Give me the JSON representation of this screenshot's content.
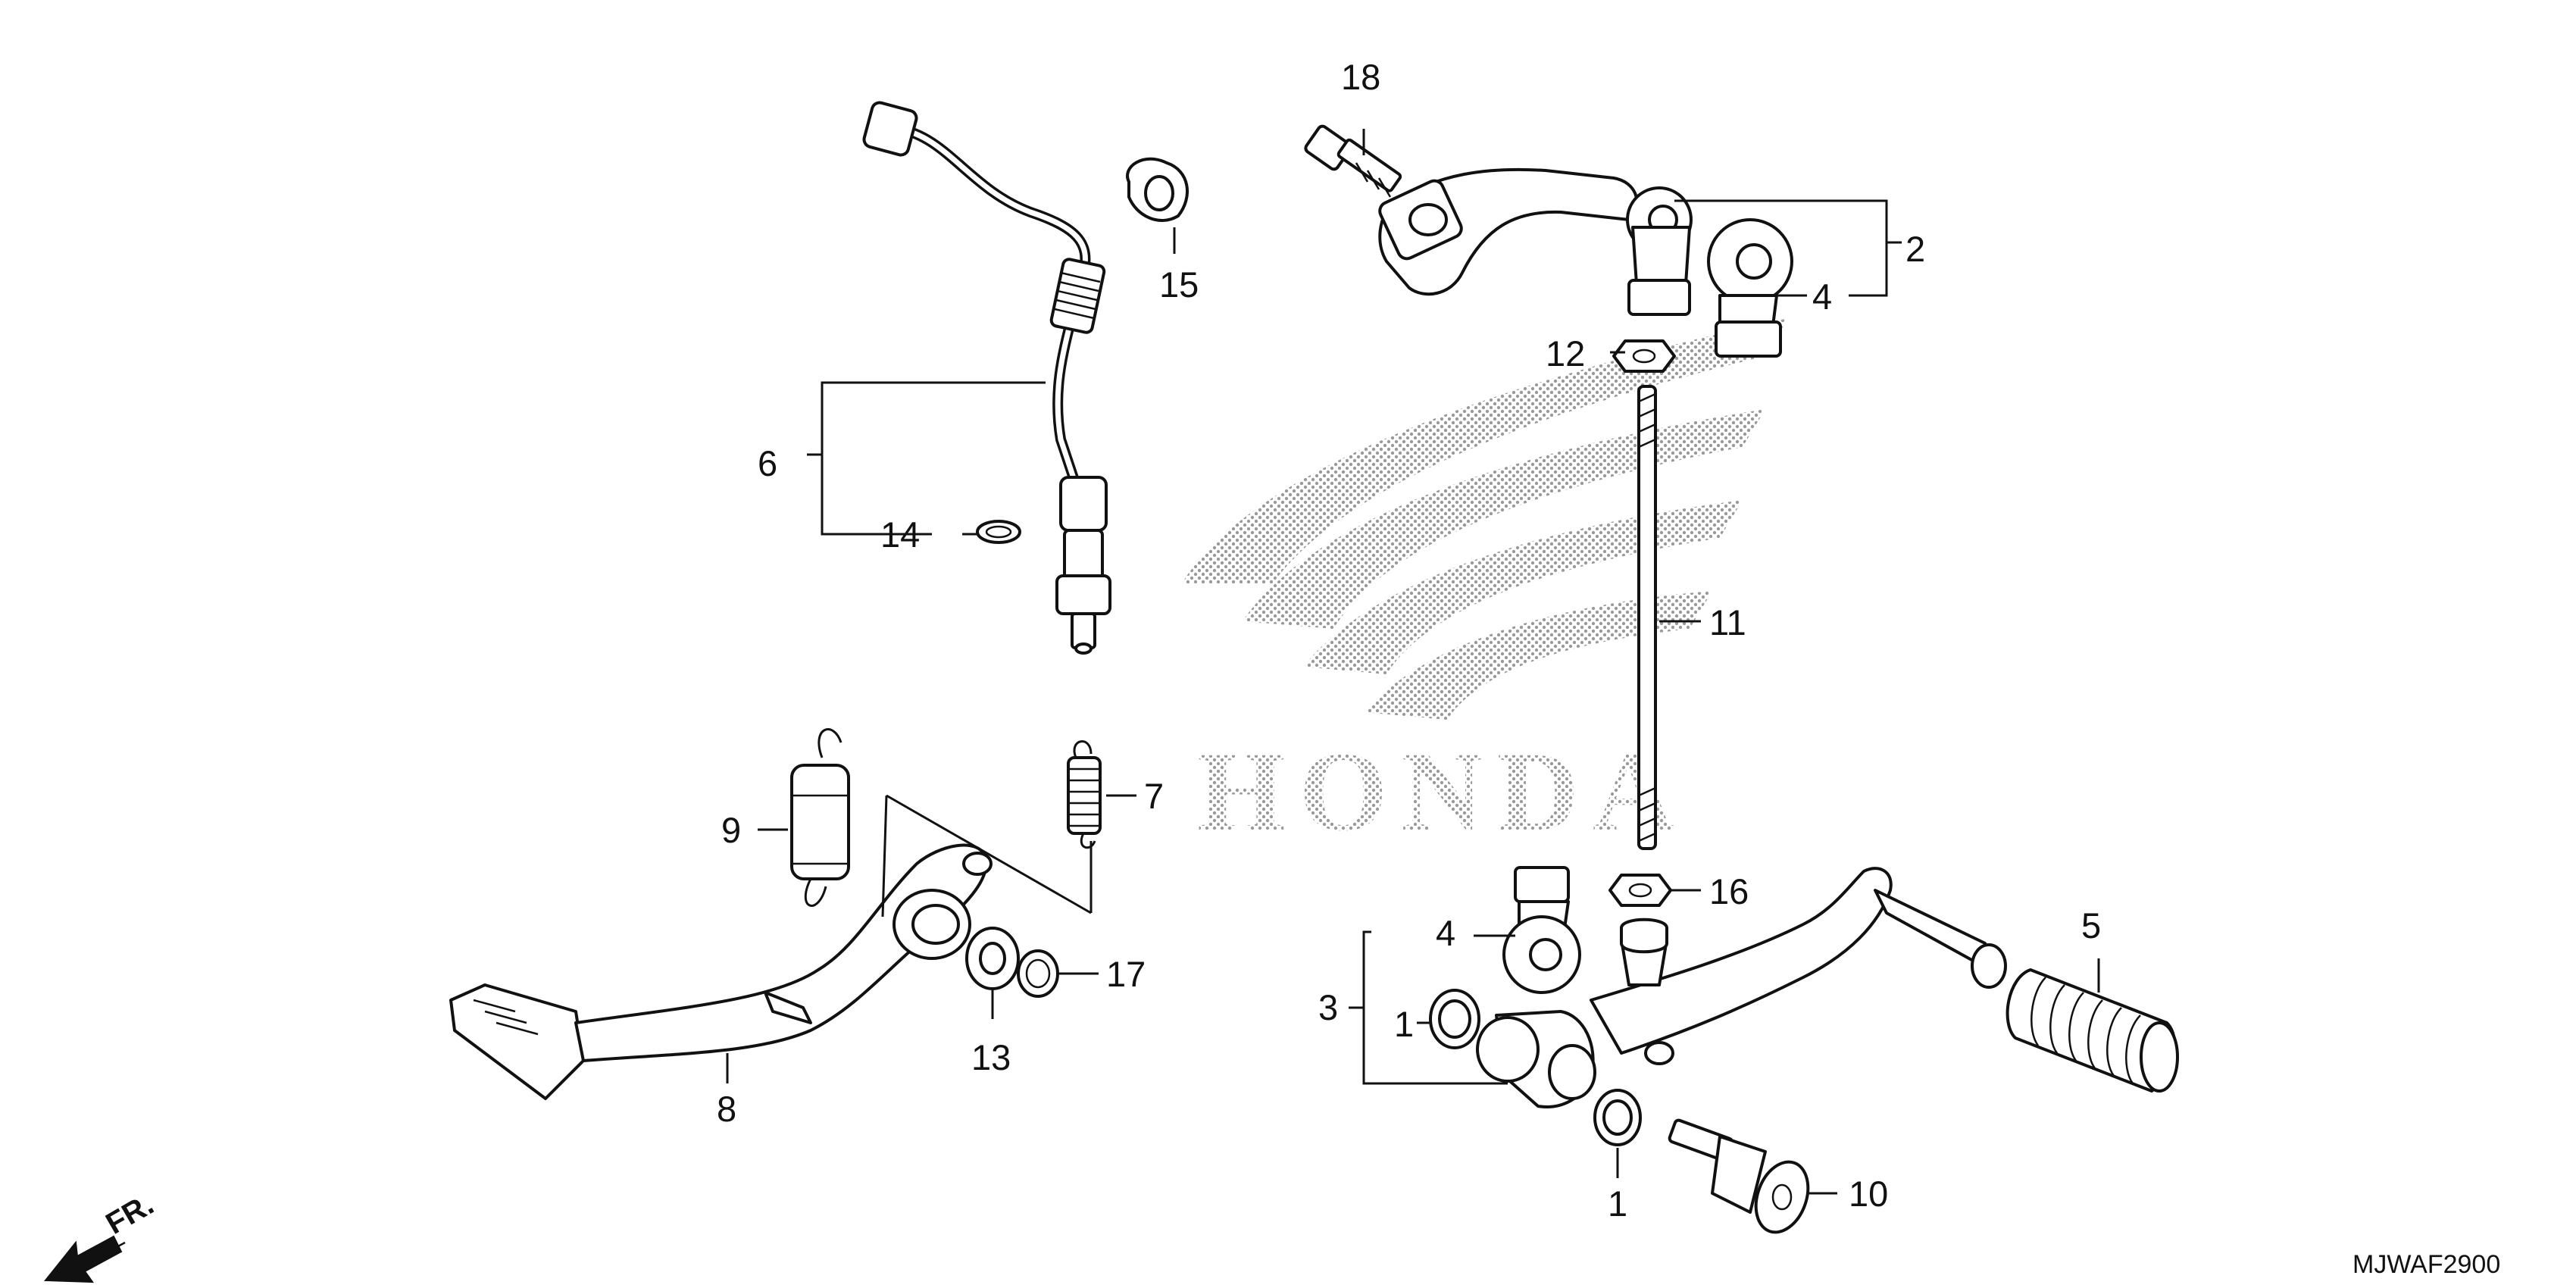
{
  "diagram": {
    "watermark": "HONDA",
    "direction_label": "FR.",
    "diagram_code": "MJWAF2900",
    "callouts": [
      {
        "id": "c1a",
        "text": "1"
      },
      {
        "id": "c1b",
        "text": "1"
      },
      {
        "id": "c2",
        "text": "2"
      },
      {
        "id": "c3",
        "text": "3"
      },
      {
        "id": "c4a",
        "text": "4"
      },
      {
        "id": "c4b",
        "text": "4"
      },
      {
        "id": "c5",
        "text": "5"
      },
      {
        "id": "c6",
        "text": "6"
      },
      {
        "id": "c7",
        "text": "7"
      },
      {
        "id": "c8",
        "text": "8"
      },
      {
        "id": "c9",
        "text": "9"
      },
      {
        "id": "c10",
        "text": "10"
      },
      {
        "id": "c11",
        "text": "11"
      },
      {
        "id": "c12",
        "text": "12"
      },
      {
        "id": "c13",
        "text": "13"
      },
      {
        "id": "c14",
        "text": "14"
      },
      {
        "id": "c15",
        "text": "15"
      },
      {
        "id": "c16",
        "text": "16"
      },
      {
        "id": "c17",
        "text": "17"
      },
      {
        "id": "c18",
        "text": "18"
      }
    ]
  }
}
